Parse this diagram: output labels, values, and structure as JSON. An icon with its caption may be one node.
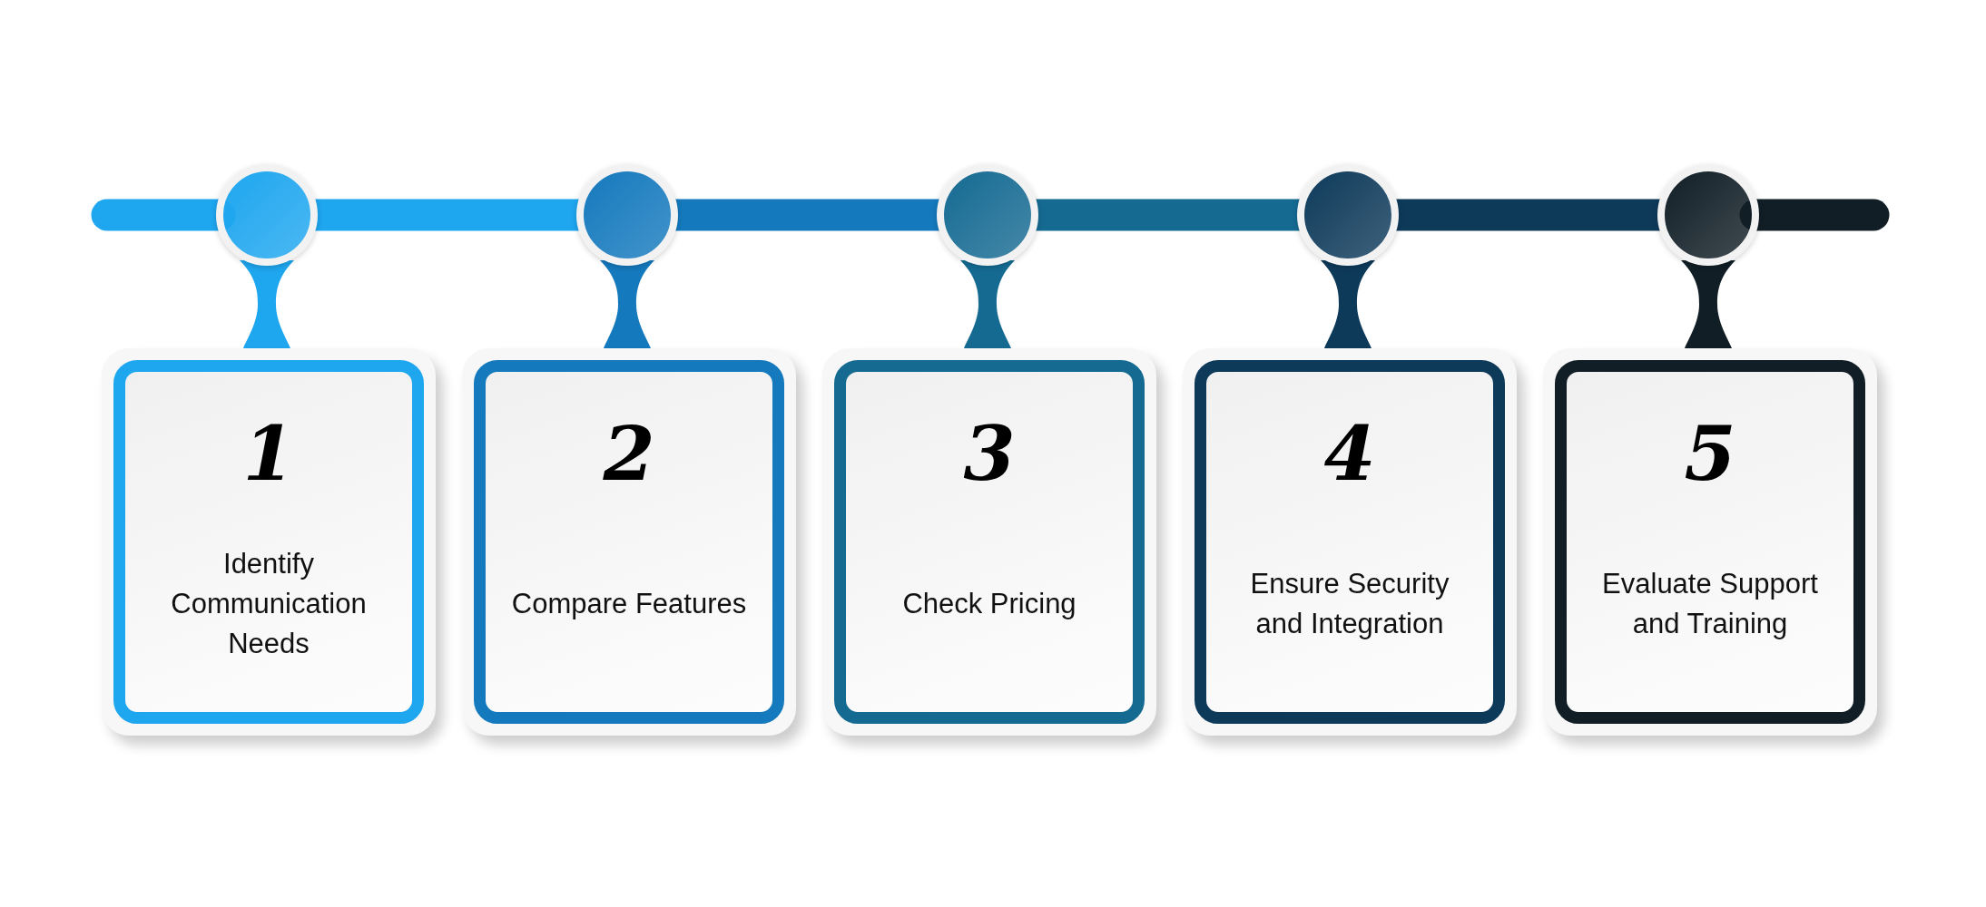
{
  "diagram": {
    "nodes": [
      {
        "text": [],
        "shape": "circle"
      },
      {
        "text": [],
        "shape": "circle"
      },
      {
        "text": [],
        "shape": "circle"
      },
      {
        "text": [],
        "shape": "circle"
      },
      {
        "text": [],
        "shape": "circle"
      },
      {
        "text": [
          "1",
          "Identify Communication Needs"
        ]
      },
      {
        "text": [
          "2",
          "Compare Features"
        ]
      },
      {
        "text": [
          "3",
          "Check Pricing"
        ]
      },
      {
        "text": [
          "4",
          "Ensure Security and Integration"
        ]
      },
      {
        "text": [
          "5",
          "Evaluate Support and Training"
        ]
      }
    ],
    "edges": [
      {
        "from": 0,
        "to": 1,
        "arrow": "none",
        "color": "#1ea6ef"
      },
      {
        "from": 1,
        "to": 2,
        "arrow": "none",
        "color": "#1479bd"
      },
      {
        "from": 2,
        "to": 3,
        "arrow": "none",
        "color": "#156a92"
      },
      {
        "from": 3,
        "to": 4,
        "arrow": "none",
        "color": "#0e3a5a"
      },
      {
        "from": 0,
        "to": 5,
        "arrow": "none",
        "color": "#1ea6ef"
      },
      {
        "from": 1,
        "to": 6,
        "arrow": "none",
        "color": "#1479bd"
      },
      {
        "from": 2,
        "to": 7,
        "arrow": "none",
        "color": "#156a92"
      },
      {
        "from": 3,
        "to": 8,
        "arrow": "none",
        "color": "#0e3a5a"
      },
      {
        "from": 4,
        "to": 9,
        "arrow": "none",
        "color": "#111e26"
      }
    ]
  }
}
